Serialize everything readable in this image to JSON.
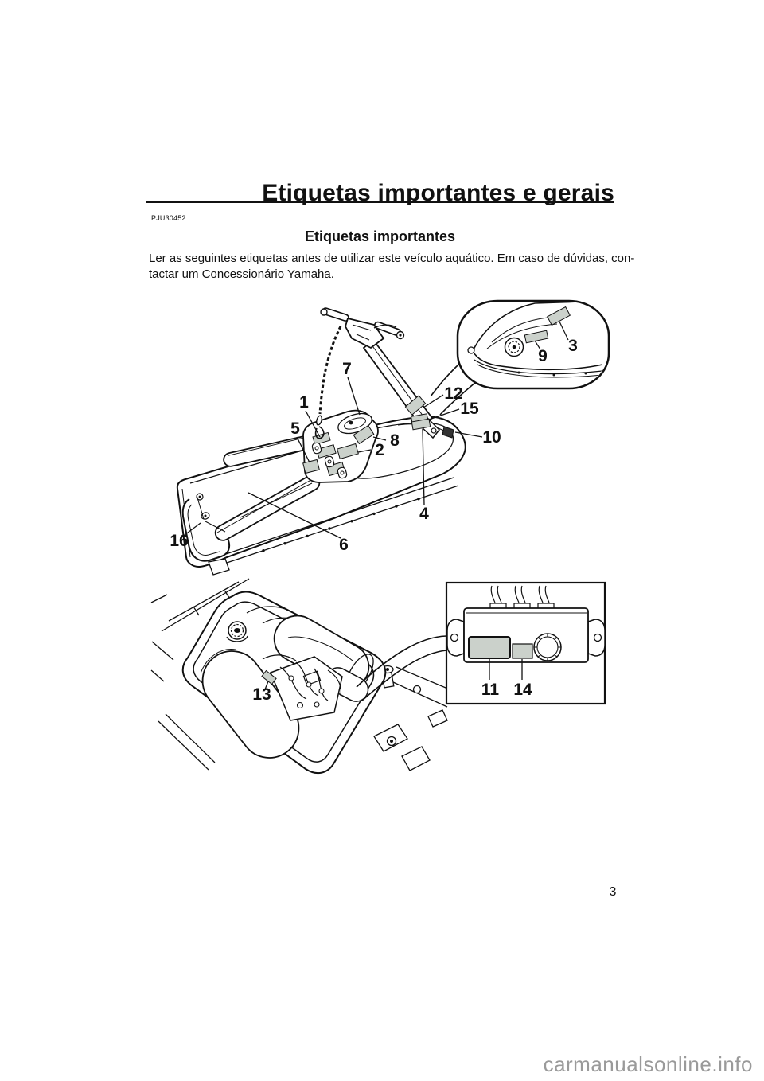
{
  "header": {
    "title": "Etiquetas importantes e gerais"
  },
  "section": {
    "code": "PJU30452",
    "title": "Etiquetas importantes"
  },
  "paragraph": {
    "line1": "Ler as seguintes etiquetas antes de utilizar este veículo aquático. Em caso de dúvidas, con-",
    "line2": "tactar um Concessionário Yamaha."
  },
  "callouts": {
    "1": "1",
    "2": "2",
    "3": "3",
    "4": "4",
    "5": "5",
    "6": "6",
    "7": "7",
    "8": "8",
    "9": "9",
    "10": "10",
    "11": "11",
    "12": "12",
    "13": "13",
    "14": "14",
    "15": "15",
    "16": "16"
  },
  "page": {
    "number": "3"
  },
  "watermark": {
    "text": "carmanualsonline.info"
  },
  "colors": {
    "ink": "#111111",
    "label_fill": "#cbd1cb",
    "watermark_gray": "#9a9a9a"
  }
}
